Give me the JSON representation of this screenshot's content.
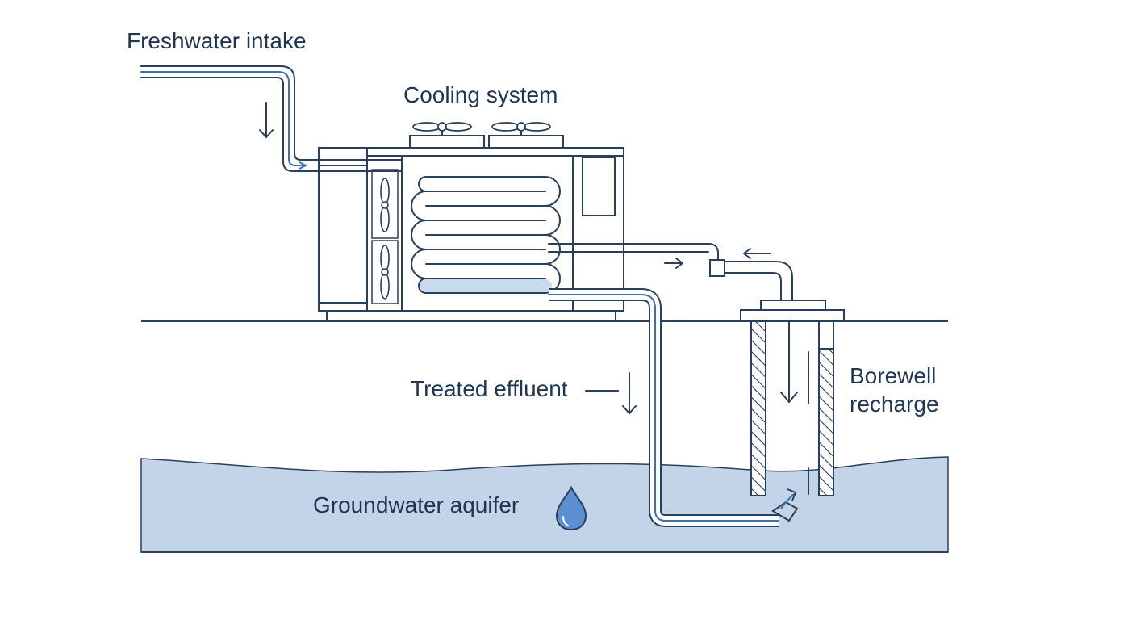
{
  "labels": {
    "freshwater_intake": "Freshwater intake",
    "cooling_system": "Cooling system",
    "treated_effluent": "Treated effluent",
    "borewell_recharge": "Borewell recharge",
    "groundwater_aquifer": "Groundwater aquifer"
  },
  "colors": {
    "line": "#2a3f5a",
    "flow": "#3d6fb3",
    "aquifer_fill": "#c3d3e8",
    "pipe_fill": "#c9d9ee",
    "drop": "#5b8fd1",
    "text": "#1f3550"
  },
  "icons": [
    "water-drop-icon",
    "fan-icon",
    "flow-arrow-icon"
  ]
}
